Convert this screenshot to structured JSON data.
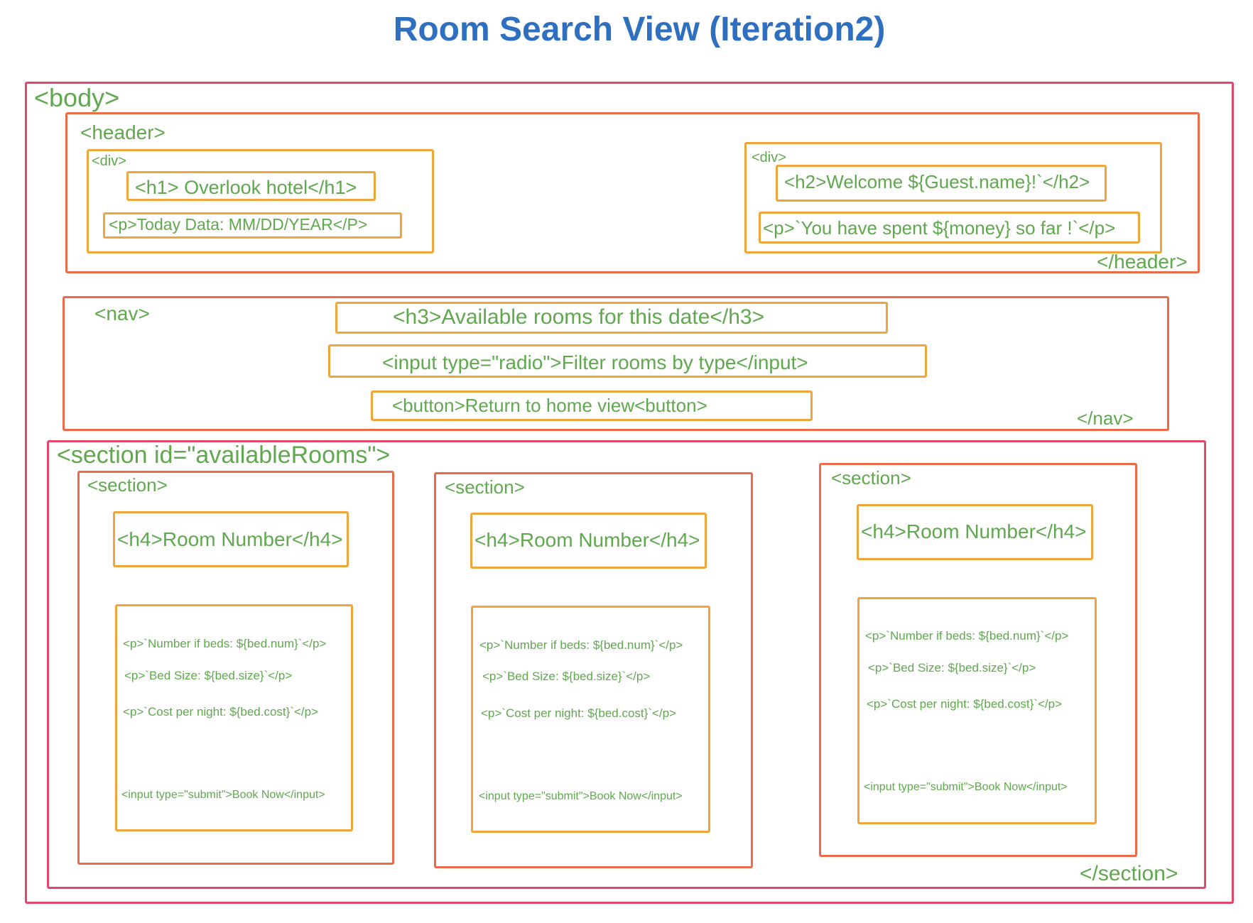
{
  "title": "Room Search View (Iteration2)",
  "body": {
    "open_tag": "<body>"
  },
  "header": {
    "open_tag": "<header>",
    "close_tag": "</header>",
    "left_div": {
      "tag": "<div>",
      "h1": "<h1> Overlook hotel</h1>",
      "p": "<p>Today Data: MM/DD/YEAR</P>"
    },
    "right_div": {
      "tag": "<div>",
      "h2": "<h2>Welcome ${Guest.name}!`</h2>",
      "p": "<p>`You have spent ${money} so far !`</p>"
    }
  },
  "nav": {
    "open_tag": "<nav>",
    "close_tag": "</nav>",
    "h3": "<h3>Available rooms for this date</h3>",
    "input": "<input type=\"radio\">Filter rooms by type</input>",
    "button": "<button>Return to home view<button>"
  },
  "available_rooms": {
    "open_tag": "<section id=\"availableRooms\">",
    "close_tag": "</section>",
    "rooms": [
      {
        "tag": "<section>",
        "h4": "<h4>Room Number</h4>",
        "beds": "<p>`Number if beds: ${bed.num}`</p>",
        "size": "<p>`Bed Size: ${bed.size}`</p>",
        "cost": "<p>`Cost per night: ${bed.cost}`</p>",
        "submit": "<input type=\"submit\">Book Now</input>"
      },
      {
        "tag": "<section>",
        "h4": "<h4>Room Number</h4>",
        "beds": "<p>`Number if beds: ${bed.num}`</p>",
        "size": "<p>`Bed Size: ${bed.size}`</p>",
        "cost": "<p>`Cost per night: ${bed.cost}`</p>",
        "submit": "<input type=\"submit\">Book Now</input>"
      },
      {
        "tag": "<section>",
        "h4": "<h4>Room Number</h4>",
        "beds": "<p>`Number if beds: ${bed.num}`</p>",
        "size": "<p>`Bed Size: ${bed.size}`</p>",
        "cost": "<p>`Cost per night: ${bed.cost}`</p>",
        "submit": "<input type=\"submit\">Book Now</input>"
      }
    ]
  },
  "colors": {
    "title": "#2f6fc0",
    "text": "#5fa84e",
    "body_border": "#e4476a",
    "container_border": "#ec6a48",
    "element_border": "#f0a43c"
  }
}
